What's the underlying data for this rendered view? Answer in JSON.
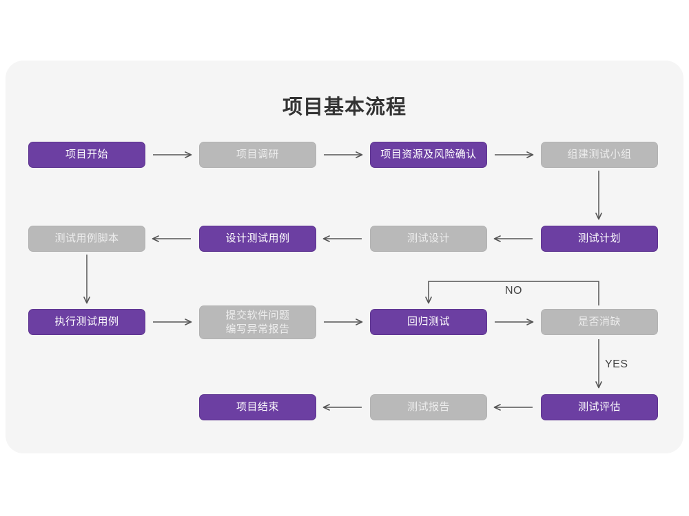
{
  "diagram": {
    "title": "项目基本流程",
    "colors": {
      "panel_bg": "#f5f5f5",
      "page_bg": "#ffffff",
      "accent_purple": "#6c3fa2",
      "accent_purple_border": "#5e3590",
      "muted_gray": "#b9b9b9",
      "muted_gray_text": "#ededed",
      "arrow": "#555555",
      "title_text": "#333333"
    },
    "nodes": [
      {
        "id": "n1",
        "label": "项目开始",
        "style": "purple",
        "row": 1,
        "col": 1
      },
      {
        "id": "n2",
        "label": "项目调研",
        "style": "gray",
        "row": 1,
        "col": 2
      },
      {
        "id": "n3",
        "label": "项目资源及风险确认",
        "style": "purple",
        "row": 1,
        "col": 3
      },
      {
        "id": "n4",
        "label": "组建测试小组",
        "style": "gray",
        "row": 1,
        "col": 4
      },
      {
        "id": "n5",
        "label": "测试用例脚本",
        "style": "gray",
        "row": 2,
        "col": 1
      },
      {
        "id": "n6",
        "label": "设计测试用例",
        "style": "purple",
        "row": 2,
        "col": 2
      },
      {
        "id": "n7",
        "label": "测试设计",
        "style": "gray",
        "row": 2,
        "col": 3
      },
      {
        "id": "n8",
        "label": "测试计划",
        "style": "purple",
        "row": 2,
        "col": 4
      },
      {
        "id": "n9",
        "label": "执行测试用例",
        "style": "purple",
        "row": 3,
        "col": 1
      },
      {
        "id": "n10",
        "label": "提交软件问题\n编写异常报告",
        "style": "gray",
        "row": 3,
        "col": 2
      },
      {
        "id": "n11",
        "label": "回归测试",
        "style": "purple",
        "row": 3,
        "col": 3
      },
      {
        "id": "n12",
        "label": "是否消缺",
        "style": "gray",
        "row": 3,
        "col": 4
      },
      {
        "id": "n13",
        "label": "项目结束",
        "style": "purple",
        "row": 4,
        "col": 2
      },
      {
        "id": "n14",
        "label": "测试报告",
        "style": "gray",
        "row": 4,
        "col": 3
      },
      {
        "id": "n15",
        "label": "测试评估",
        "style": "purple",
        "row": 4,
        "col": 4
      }
    ],
    "edge_labels": {
      "no": "NO",
      "yes": "YES"
    },
    "edges": [
      {
        "from": "n1",
        "to": "n2",
        "direction": "right"
      },
      {
        "from": "n2",
        "to": "n3",
        "direction": "right"
      },
      {
        "from": "n3",
        "to": "n4",
        "direction": "right"
      },
      {
        "from": "n4",
        "to": "n8",
        "direction": "down"
      },
      {
        "from": "n8",
        "to": "n7",
        "direction": "left"
      },
      {
        "from": "n7",
        "to": "n6",
        "direction": "left"
      },
      {
        "from": "n6",
        "to": "n5",
        "direction": "left"
      },
      {
        "from": "n5",
        "to": "n9",
        "direction": "down"
      },
      {
        "from": "n9",
        "to": "n10",
        "direction": "right"
      },
      {
        "from": "n10",
        "to": "n11",
        "direction": "right"
      },
      {
        "from": "n11",
        "to": "n12",
        "direction": "right"
      },
      {
        "from": "n12",
        "to": "n11",
        "direction": "loop-up-left",
        "label": "NO"
      },
      {
        "from": "n12",
        "to": "n15",
        "direction": "down",
        "label": "YES"
      },
      {
        "from": "n15",
        "to": "n14",
        "direction": "left"
      },
      {
        "from": "n14",
        "to": "n13",
        "direction": "left"
      }
    ]
  }
}
